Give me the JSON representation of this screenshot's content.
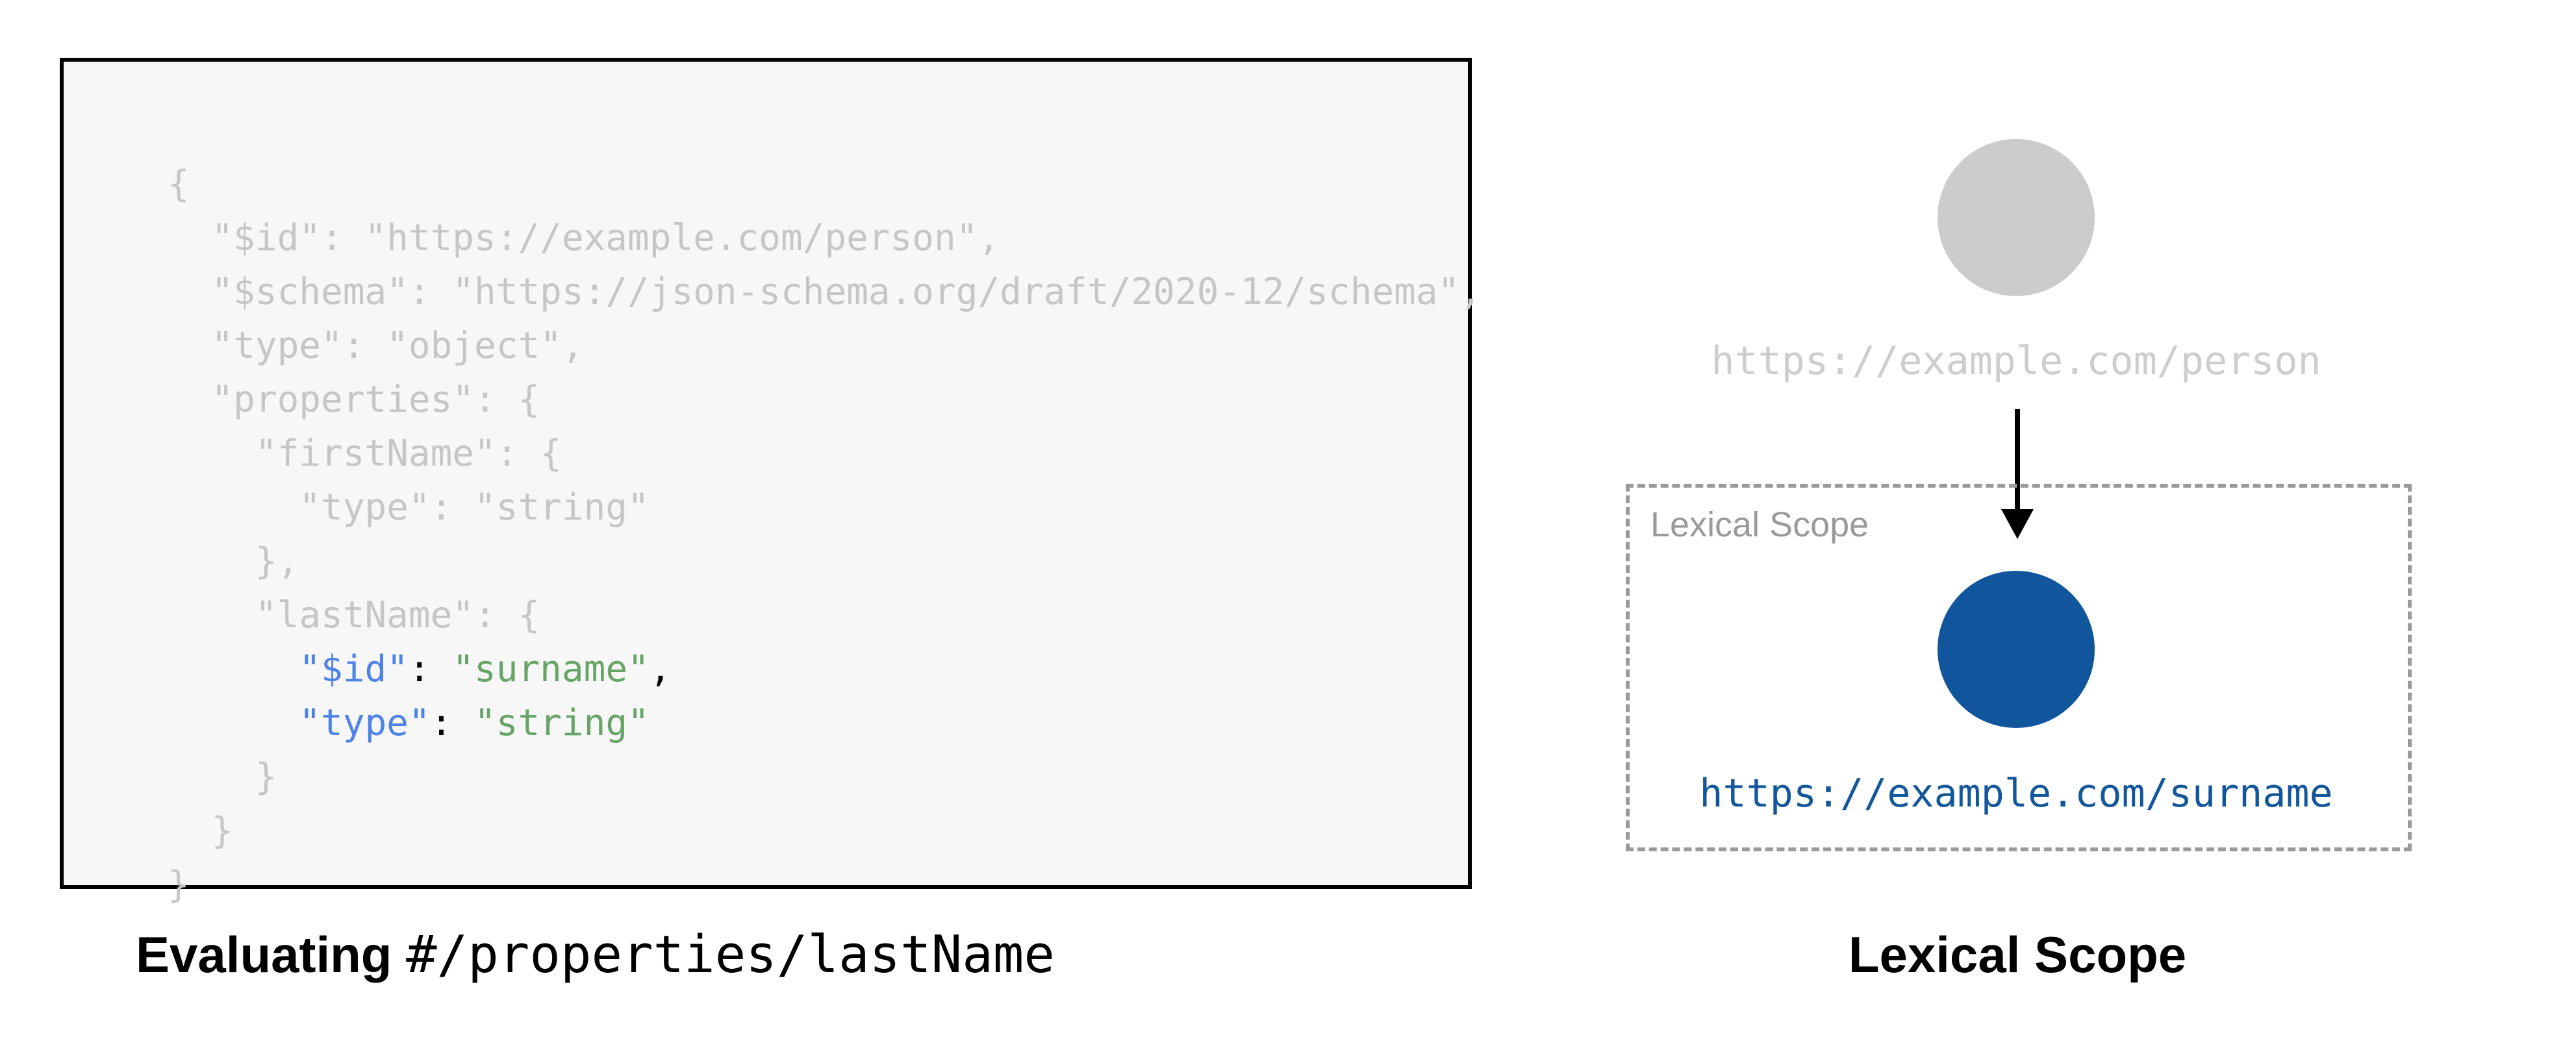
{
  "colors": {
    "page_bg": "#ffffff",
    "code_bg": "#f7f7f7",
    "code_border": "#000000",
    "code_gray": "#c6c6c6",
    "code_blue": "#4d82e8",
    "code_green": "#67a567",
    "code_black": "#000000",
    "person_node": "#cccccc",
    "person_label": "#cdcdcd",
    "scope_border": "#9a9a9a",
    "scope_label": "#9a9a9a",
    "surname_node": "#11569d",
    "surname_label": "#12579c",
    "arrow": "#000000",
    "caption": "#000000"
  },
  "code_panel": {
    "lines": [
      {
        "tokens": [
          {
            "text": "{",
            "color": "code_gray"
          }
        ]
      },
      {
        "tokens": [
          {
            "text": "  \"$id\": \"https://example.com/person\",",
            "color": "code_gray"
          }
        ]
      },
      {
        "tokens": [
          {
            "text": "  \"$schema\": \"https://json-schema.org/draft/2020-12/schema\",",
            "color": "code_gray"
          }
        ]
      },
      {
        "tokens": [
          {
            "text": "  \"type\": \"object\",",
            "color": "code_gray"
          }
        ]
      },
      {
        "tokens": [
          {
            "text": "  \"properties\": {",
            "color": "code_gray"
          }
        ]
      },
      {
        "tokens": [
          {
            "text": "    \"firstName\": {",
            "color": "code_gray"
          }
        ]
      },
      {
        "tokens": [
          {
            "text": "      \"type\": \"string\"",
            "color": "code_gray"
          }
        ]
      },
      {
        "tokens": [
          {
            "text": "    },",
            "color": "code_gray"
          }
        ]
      },
      {
        "tokens": [
          {
            "text": "    \"lastName\": {",
            "color": "code_gray"
          }
        ]
      },
      {
        "tokens": [
          {
            "text": "      ",
            "color": "code_gray"
          },
          {
            "text": "\"$id\"",
            "color": "code_blue"
          },
          {
            "text": ":",
            "color": "code_black"
          },
          {
            "text": " ",
            "color": "code_gray"
          },
          {
            "text": "\"surname\"",
            "color": "code_green"
          },
          {
            "text": ",",
            "color": "code_black"
          }
        ]
      },
      {
        "tokens": [
          {
            "text": "      ",
            "color": "code_gray"
          },
          {
            "text": "\"type\"",
            "color": "code_blue"
          },
          {
            "text": ":",
            "color": "code_black"
          },
          {
            "text": " ",
            "color": "code_gray"
          },
          {
            "text": "\"string\"",
            "color": "code_green"
          }
        ]
      },
      {
        "tokens": [
          {
            "text": "    }",
            "color": "code_gray"
          }
        ]
      },
      {
        "tokens": [
          {
            "text": "  }",
            "color": "code_gray"
          }
        ]
      },
      {
        "tokens": [
          {
            "text": "}",
            "color": "code_gray"
          }
        ]
      }
    ]
  },
  "diagram": {
    "person_label": "https://example.com/person",
    "scope_label": "Lexical Scope",
    "surname_label": "https://example.com/surname"
  },
  "captions": {
    "left_bold": "Evaluating ",
    "left_mono": "#/properties/lastName",
    "right": "Lexical Scope"
  }
}
